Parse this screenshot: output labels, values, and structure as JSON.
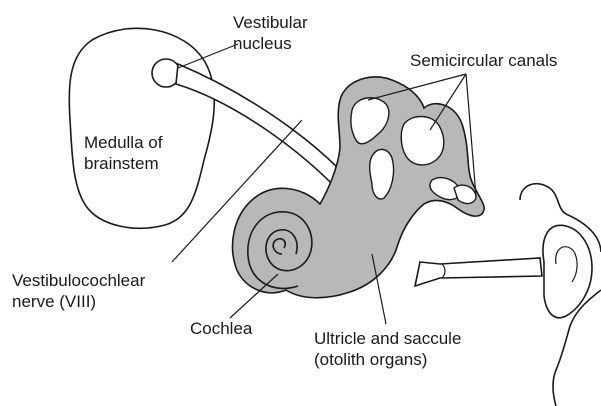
{
  "colors": {
    "outline": "#1a1a1a",
    "organ_fill": "#b8b8b8",
    "background": "#ffffff"
  },
  "labels": {
    "vestibular_nucleus": [
      "Vestibular",
      "nucleus"
    ],
    "semicircular_canals": "Semicircular canals",
    "medulla": [
      "Medulla of",
      "brainstem"
    ],
    "vestibulocochlear_nerve": [
      "Vestibulocochlear",
      "nerve (VIII)"
    ],
    "cochlea": "Cochlea",
    "utricle_saccule": [
      "Ultricle and saccule",
      "(otolith organs)"
    ]
  }
}
